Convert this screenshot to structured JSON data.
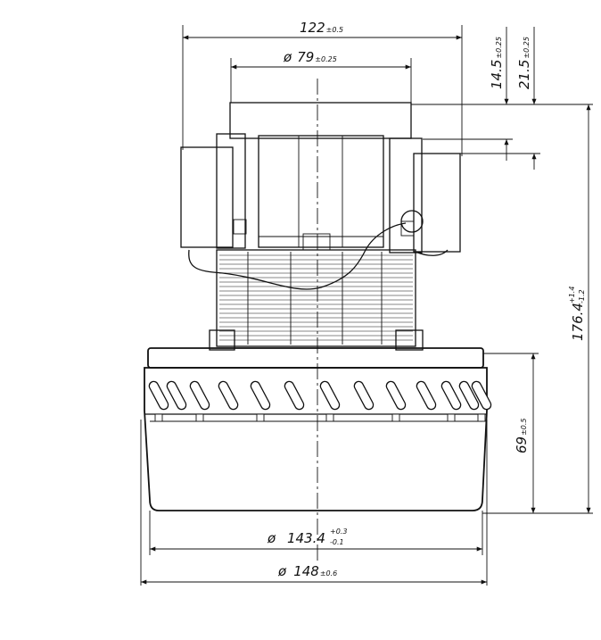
{
  "dimensions": {
    "top_width": {
      "symbol": "",
      "value": "122",
      "tol": "±0.5"
    },
    "bore_diameter": {
      "symbol": "ø",
      "value": "79",
      "tol": "±0.25"
    },
    "offset_small": {
      "value": "14.5",
      "tol": "±0.25"
    },
    "offset_large": {
      "value": "21.5",
      "tol": "±0.25"
    },
    "total_height": {
      "value": "176.4",
      "tol_upper": "+1.4",
      "tol_lower": "-1.2"
    },
    "fan_height": {
      "value": "69",
      "tol": "±0.5"
    },
    "fan_inner_diameter": {
      "symbol": "ø",
      "value": "143.4",
      "tol_upper": "+0.3",
      "tol_lower": "-0.1"
    },
    "fan_outer_diameter": {
      "symbol": "ø",
      "value": "148",
      "tol": "±0.6"
    }
  },
  "colors": {
    "line": "#111111",
    "background": "#ffffff"
  }
}
